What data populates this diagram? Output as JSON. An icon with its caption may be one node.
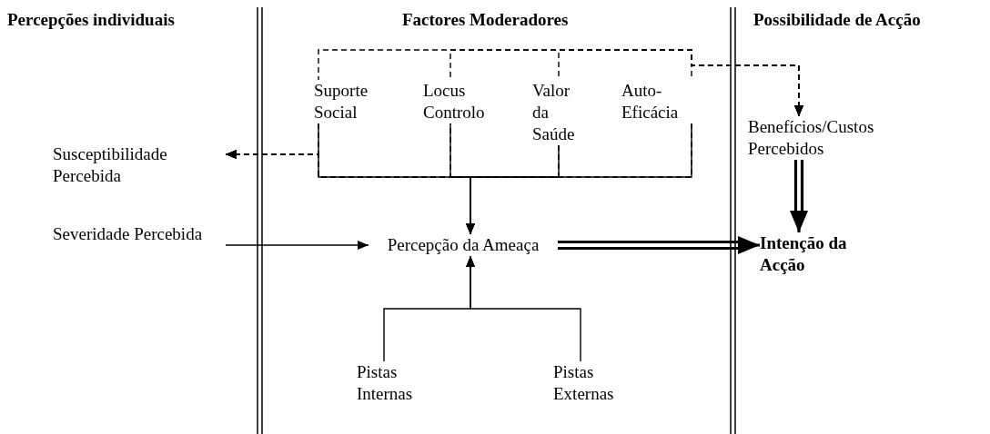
{
  "diagram": {
    "nodes": [
      {
        "text": [
          "Suporte Social"
        ]
      },
      {
        "text": [
          "Locus Controlo"
        ]
      },
      {
        "text": [
          "Valor da Saúde"
        ]
      },
      {
        "text": [
          "Auto-Eficácia"
        ]
      },
      {
        "text": [
          "Susceptibilidade Percebida"
        ]
      },
      {
        "text": [
          "Benefícios/Custos Percebidos"
        ]
      },
      {
        "text": [
          "Severidade Percebida"
        ]
      },
      {
        "text": [
          "Percepção da Ameaça"
        ]
      },
      {
        "text": [
          "Intenção da Acção"
        ]
      },
      {
        "text": [
          "Pistas Internas"
        ]
      },
      {
        "text": [
          "Pistas Externas"
        ]
      }
    ],
    "edges": [
      {
        "from": 0,
        "to": 5,
        "arrow": "to",
        "style": "dashed"
      },
      {
        "from": 1,
        "to": 5,
        "arrow": "to",
        "style": "dashed"
      },
      {
        "from": 2,
        "to": 5,
        "arrow": "to",
        "style": "dashed"
      },
      {
        "from": 3,
        "to": 5,
        "arrow": "to",
        "style": "dashed"
      },
      {
        "from": 0,
        "to": 4,
        "arrow": "to",
        "style": "dashed"
      },
      {
        "from": 1,
        "to": 4,
        "arrow": "to",
        "style": "dashed"
      },
      {
        "from": 2,
        "to": 4,
        "arrow": "to",
        "style": "dashed"
      },
      {
        "from": 3,
        "to": 4,
        "arrow": "to",
        "style": "dashed"
      },
      {
        "from": 0,
        "to": 7,
        "arrow": "to"
      },
      {
        "from": 1,
        "to": 7,
        "arrow": "to"
      },
      {
        "from": 2,
        "to": 7,
        "arrow": "to"
      },
      {
        "from": 3,
        "to": 7,
        "arrow": "to"
      },
      {
        "from": 6,
        "to": 7,
        "arrow": "to"
      },
      {
        "from": 7,
        "to": 8,
        "arrow": "to",
        "style": "thick"
      },
      {
        "from": 5,
        "to": 8,
        "arrow": "to",
        "style": "thick"
      },
      {
        "from": 9,
        "to": 7,
        "arrow": "to"
      },
      {
        "from": 10,
        "to": 7,
        "arrow": "to"
      }
    ],
    "labels": [
      "Percepções individuais",
      "Factores Moderadores",
      "Possibilidade de Acção"
    ]
  }
}
